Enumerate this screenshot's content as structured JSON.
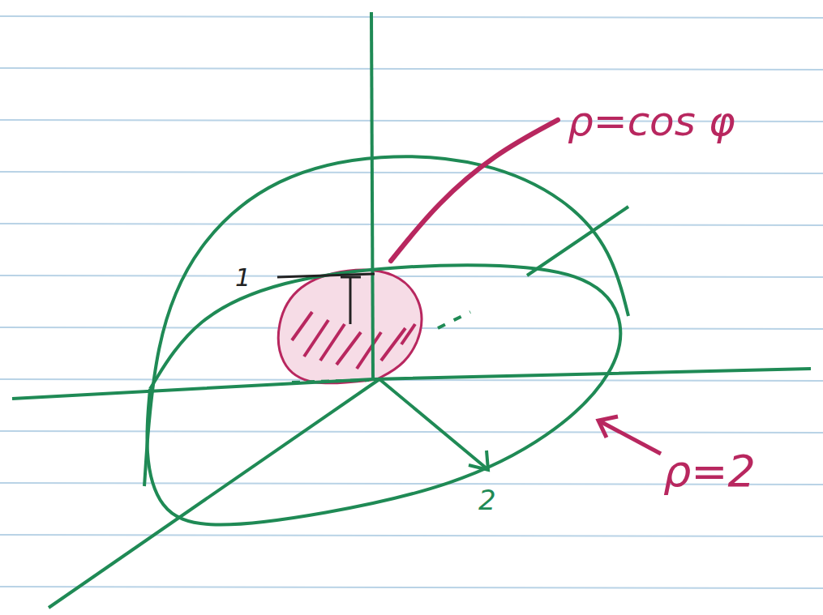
{
  "diagram": {
    "labels": [
      "ρ=cos φ",
      "1",
      "ρ=2",
      "2"
    ]
  }
}
